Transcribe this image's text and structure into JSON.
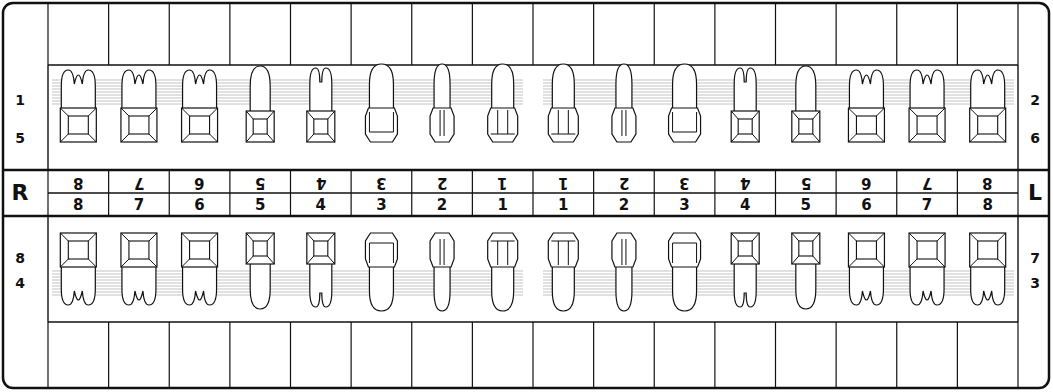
{
  "diagram": {
    "labels": [
      "1",
      "5",
      "2",
      "6",
      "R",
      "L",
      "8",
      "4",
      "7",
      "3",
      "8",
      "7",
      "6",
      "5",
      "4",
      "3",
      "2",
      "1",
      "1",
      "2",
      "3",
      "4",
      "5",
      "6",
      "7",
      "8",
      "8",
      "7",
      "6",
      "5",
      "4",
      "3",
      "2",
      "1",
      "1",
      "2",
      "3",
      "4",
      "5",
      "6",
      "7",
      "8"
    ]
  }
}
